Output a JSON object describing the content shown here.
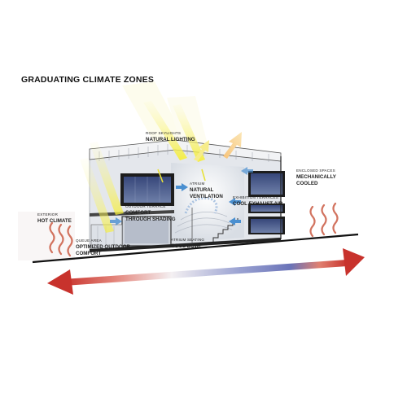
{
  "title": "GRADUATING CLIMATE ZONES",
  "labels": {
    "roof": {
      "small": "ROOF SKYLIGHTS",
      "bold": "NATURAL LIGHTING"
    },
    "enclosed": {
      "small": "ENCLOSED SPACES",
      "bold1": "MECHANICALLY",
      "bold2": "COOLED"
    },
    "atrium": {
      "small": "ATRIUM",
      "bold1": "NATURAL",
      "bold2": "VENTILATION"
    },
    "exhibition": {
      "small": "EXHIBITION TERRACES",
      "bold": "COOL EXHAUST AIR"
    },
    "terrace": {
      "small": "OUTDOOR TERRACE",
      "bold1": "COMFORT",
      "bold2": "THROUGH SHADING"
    },
    "exterior": {
      "small": "EXTERIOR",
      "bold": "HOT CLIMATE"
    },
    "queue": {
      "small": "QUEUE AREA",
      "bold1": "OPTIMIZED OUTDOOR",
      "bold2": "COMFORT"
    },
    "seating": {
      "small": "ATRIUM SEATING",
      "bold": "COOL BOWL"
    }
  },
  "arrow_band_label": "GRADUATING CLIMATE ZONES",
  "colors": {
    "hot": "#c8322c",
    "cool": "#3a4aa0",
    "glass": "#4a5a86",
    "sun": "#f3ef3a",
    "heat_wave": "#d2735f",
    "air_arrow": "#4a8fd0"
  },
  "icons": [
    "sun-ray-icon",
    "heat-wave-icon",
    "air-flow-arrow-icon",
    "exhaust-arrow-icon"
  ]
}
